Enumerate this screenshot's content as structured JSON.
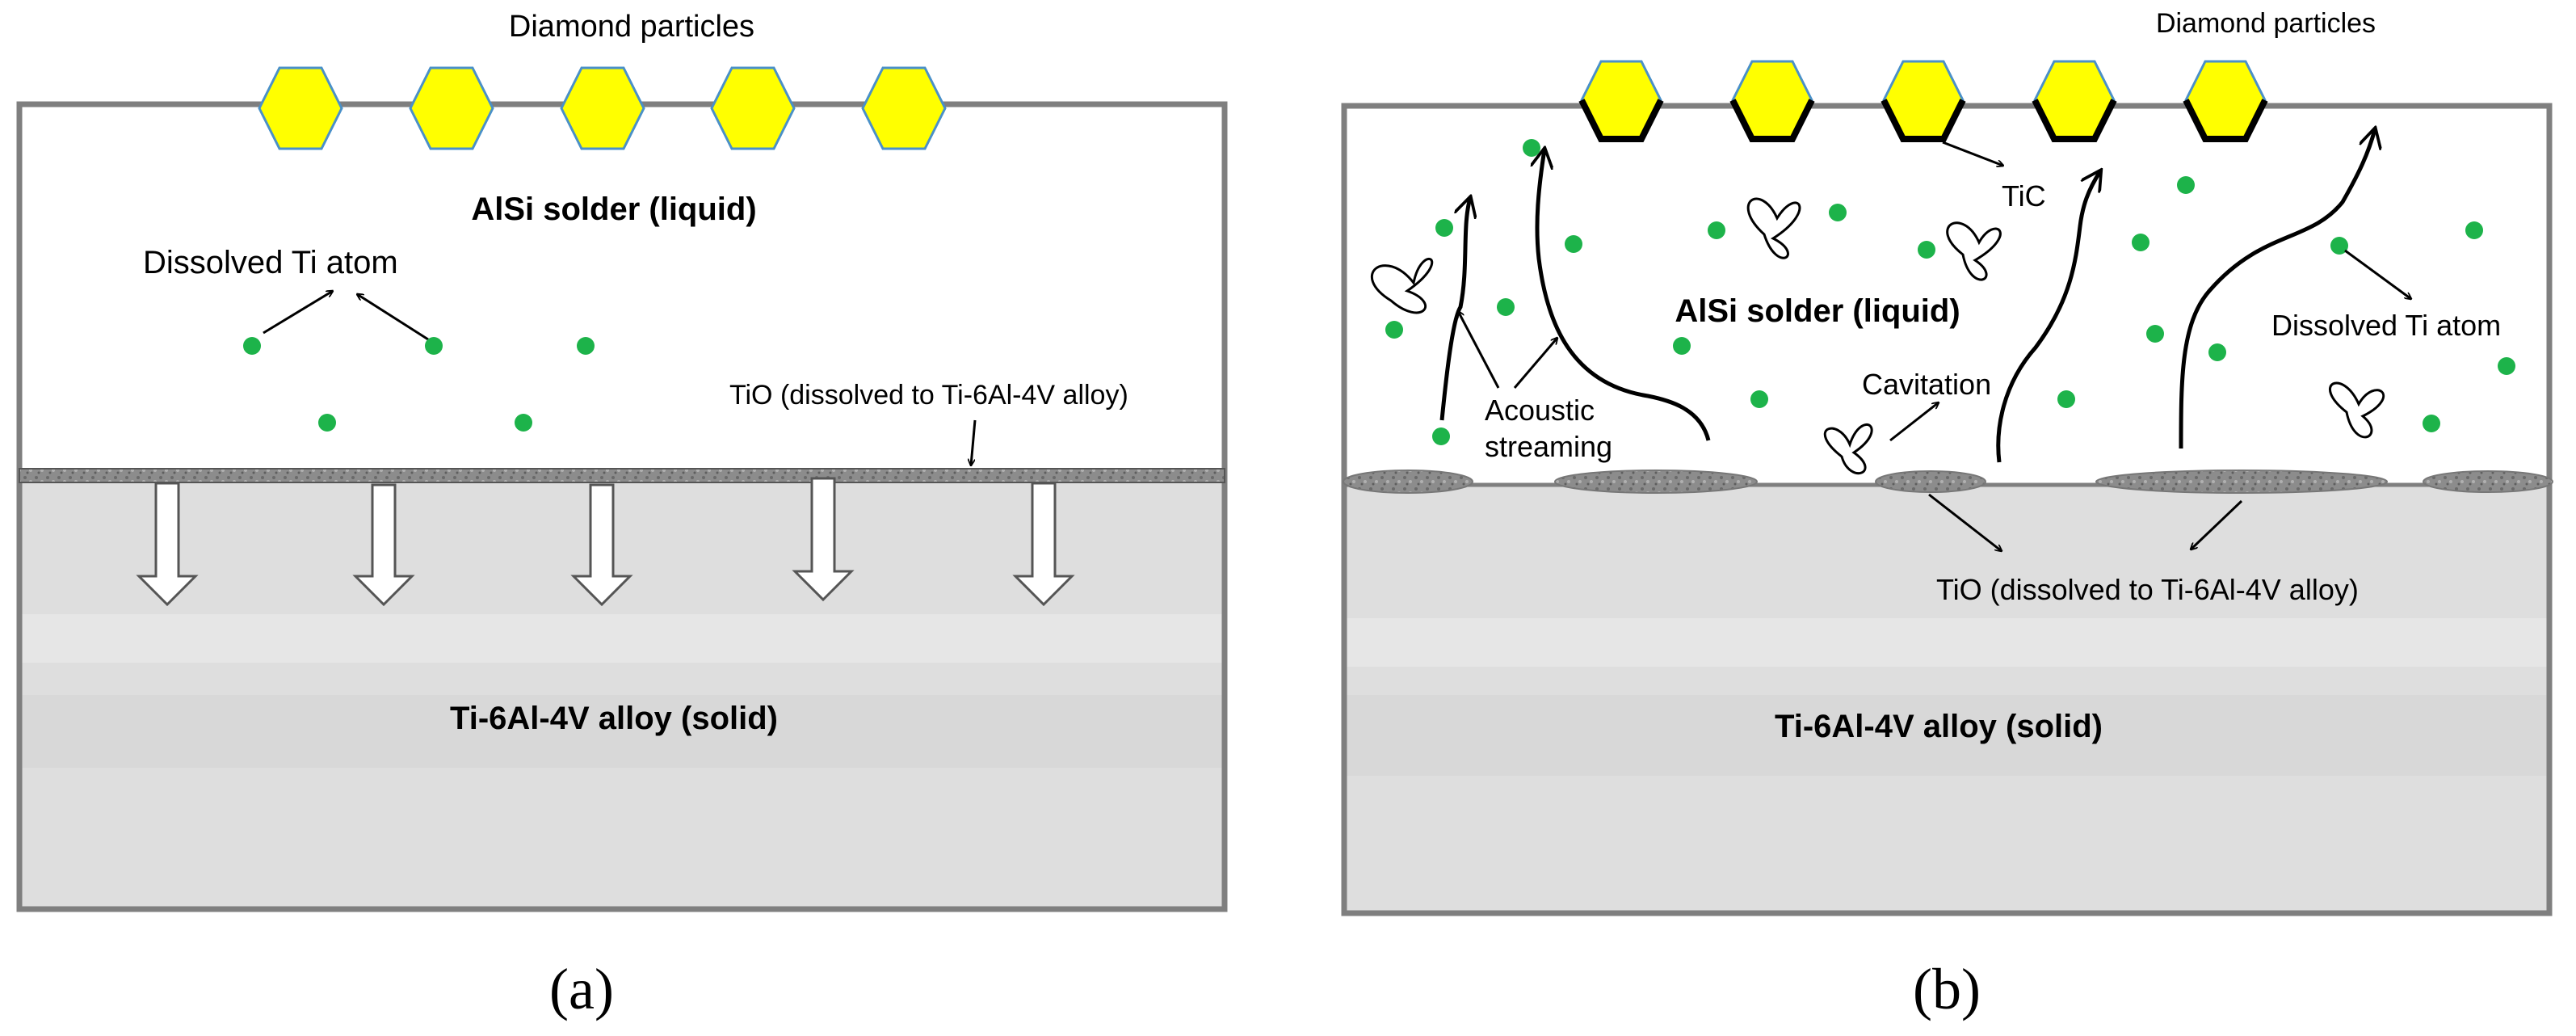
{
  "panel_a": {
    "diamond_label": "Diamond particles",
    "solder_label": "AlSi solder (liquid)",
    "ti_atom_label": "Dissolved Ti atom",
    "tio_label": "TiO (dissolved to Ti-6Al-4V alloy)",
    "alloy_label": "Ti-6Al-4V alloy (solid)",
    "caption": "(a)"
  },
  "panel_b": {
    "diamond_label": "Diamond particles",
    "tic_label": "TiC",
    "solder_label": "AlSi solder (liquid)",
    "acoustic_label_1": "Acoustic",
    "acoustic_label_2": "streaming",
    "cavitation_label": "Cavitation",
    "ti_atom_label": "Dissolved Ti atom",
    "tio_label": "TiO (dissolved to Ti-6Al-4V alloy)",
    "alloy_label": "Ti-6Al-4V alloy (solid)",
    "caption": "(b)"
  },
  "colors": {
    "diamond": "#ffff00",
    "diamond_edge": "#4a90c8",
    "ti_atom": "#1db34a",
    "alloy": "#dedede",
    "tio_layer": "#8a8a8a",
    "frame": "#7f7f7f"
  }
}
